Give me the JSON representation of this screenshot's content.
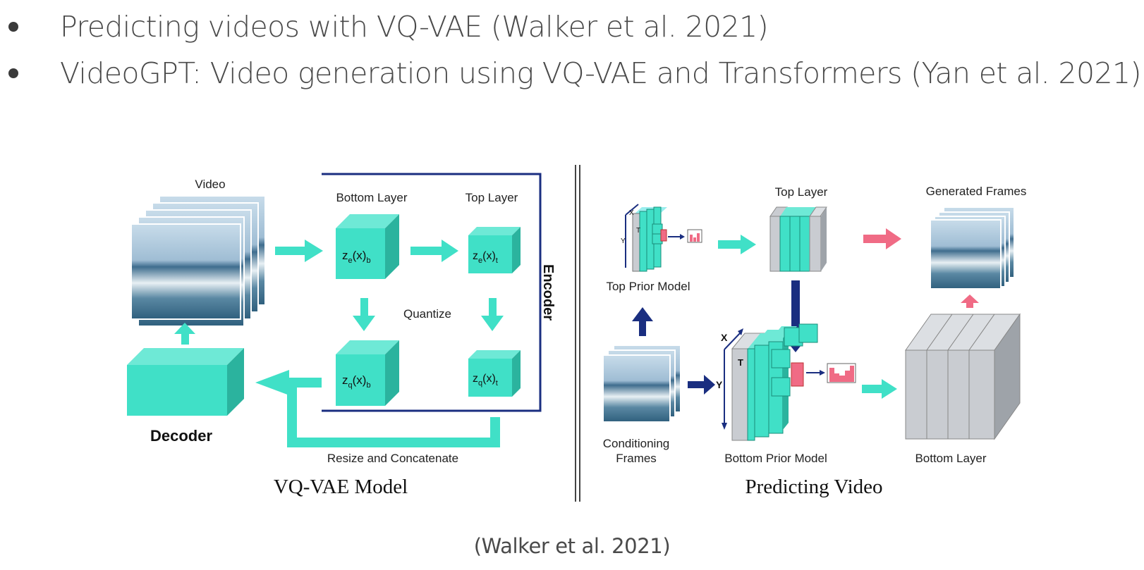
{
  "bullets": [
    "Predicting videos with VQ-VAE (Walker et al. 2021)",
    "VideoGPT: Video generation using VQ-VAE and Transformers (Yan et al. 2021)"
  ],
  "figure": {
    "vqvae": {
      "video_label": "Video",
      "bottom_layer_label": "Bottom Layer",
      "top_layer_label": "Top Layer",
      "ze_b": "z",
      "ze_t": "z",
      "quantize_label": "Quantize",
      "encoder_label": "Encoder",
      "decoder_label": "Decoder",
      "resize_label": "Resize and Concatenate",
      "title": "VQ-VAE Model"
    },
    "predict": {
      "top_layer_label": "Top Layer",
      "generated_label": "Generated Frames",
      "top_prior_label": "Top Prior Model",
      "conditioning_label_1": "Conditioning",
      "conditioning_label_2": "Frames",
      "bottom_prior_label": "Bottom Prior Model",
      "bottom_layer_label": "Bottom Layer",
      "axis_x": "X",
      "axis_y": "Y",
      "axis_t": "T",
      "title": "Predicting Video"
    },
    "colors": {
      "teal": "#40e0c7",
      "teal_dark": "#2bb39e",
      "navy": "#1a2e80",
      "pink": "#f06b85",
      "gray": "#c9ccd1"
    }
  },
  "caption": "(Walker et al. 2021)"
}
